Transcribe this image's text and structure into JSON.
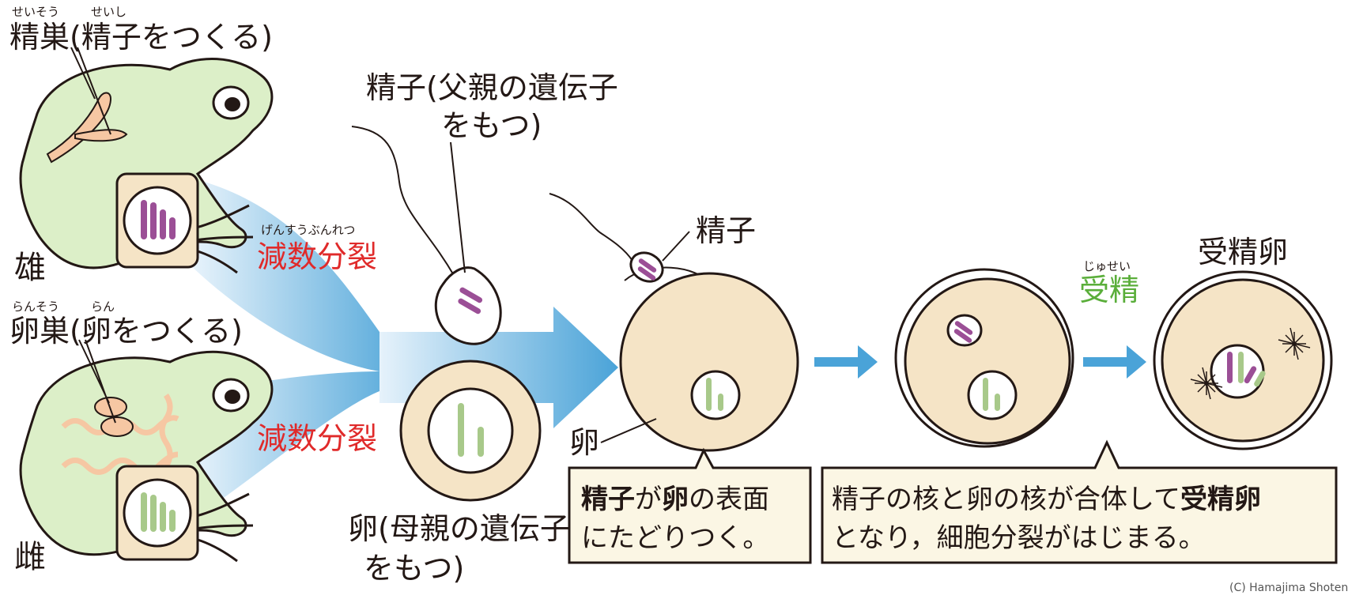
{
  "male": {
    "testis_ruby": "せいそう",
    "sperm_ruby": "せいし",
    "testis_label": "精巣(精子をつくる)",
    "sex_label": "雄"
  },
  "female": {
    "ovary_ruby": "らんそう",
    "egg_ruby": "らん",
    "ovary_label": "卵巣(卵をつくる)",
    "sex_label": "雌"
  },
  "meiosis": {
    "ruby": "げんすうぶんれつ",
    "label": "減数分裂"
  },
  "sperm_caption": {
    "line1": "精子(父親の遺伝子",
    "line2": "をもつ)"
  },
  "egg_caption": {
    "line1": "卵(母親の遺伝子",
    "line2": "をもつ)"
  },
  "contact": {
    "sperm_label": "精子",
    "egg_label": "卵"
  },
  "fertilization": {
    "ruby": "じゅせい",
    "label": "受精"
  },
  "zygote_label": "受精卵",
  "box1": {
    "w1": "精子",
    "w2": "が",
    "w3": "卵",
    "w4": "の表面",
    "line2": "にたどりつく。"
  },
  "box2": {
    "w1": "精子の核と卵の核が合体して",
    "w2": "受精卵",
    "line2": "となり，細胞分裂がはじまる。"
  },
  "credit": "(C) Hamajima Shoten",
  "colors": {
    "frog_fill": "#dcefc8",
    "frog_stroke": "#231815",
    "cell_fill": "#f5e4c6",
    "paternal_chromosome": "#9b4f96",
    "maternal_chromosome": "#a8c98a",
    "arrow_blue": "#4aa3d8",
    "meiosis_red": "#e02a2a",
    "fertilization_green": "#5aae3a",
    "box_fill": "#fbf6e4"
  }
}
